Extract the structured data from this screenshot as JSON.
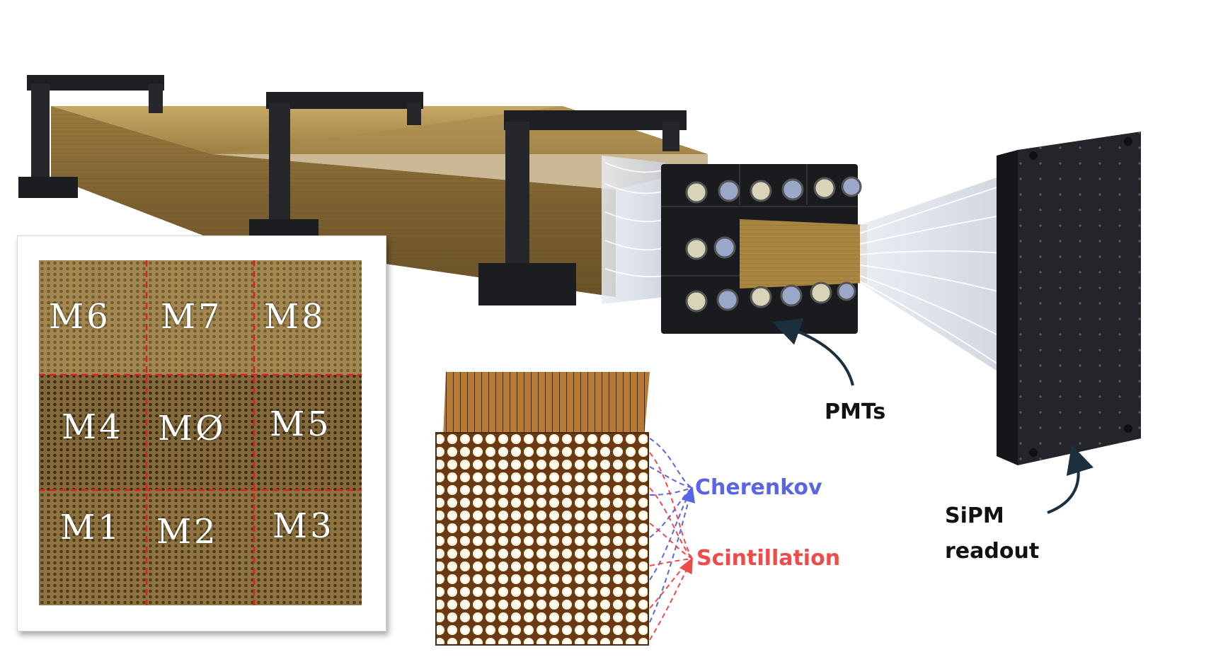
{
  "labels": {
    "pmts": "PMTs",
    "sipm_line1": "SiPM",
    "sipm_line2": "readout",
    "cherenkov": "Cherenkov",
    "scintillation": "Scintillation"
  },
  "modules": [
    "M6",
    "M7",
    "M8",
    "M4",
    "MØ",
    "M5",
    "M1",
    "M2",
    "M3"
  ],
  "colors": {
    "brass": "#8a6d34",
    "frame": "#1c1d20",
    "cherenkov": "#5865e6",
    "scintillation": "#ef4b4b",
    "arrow": "#1b2f3e",
    "grid_line": "#e02020"
  }
}
